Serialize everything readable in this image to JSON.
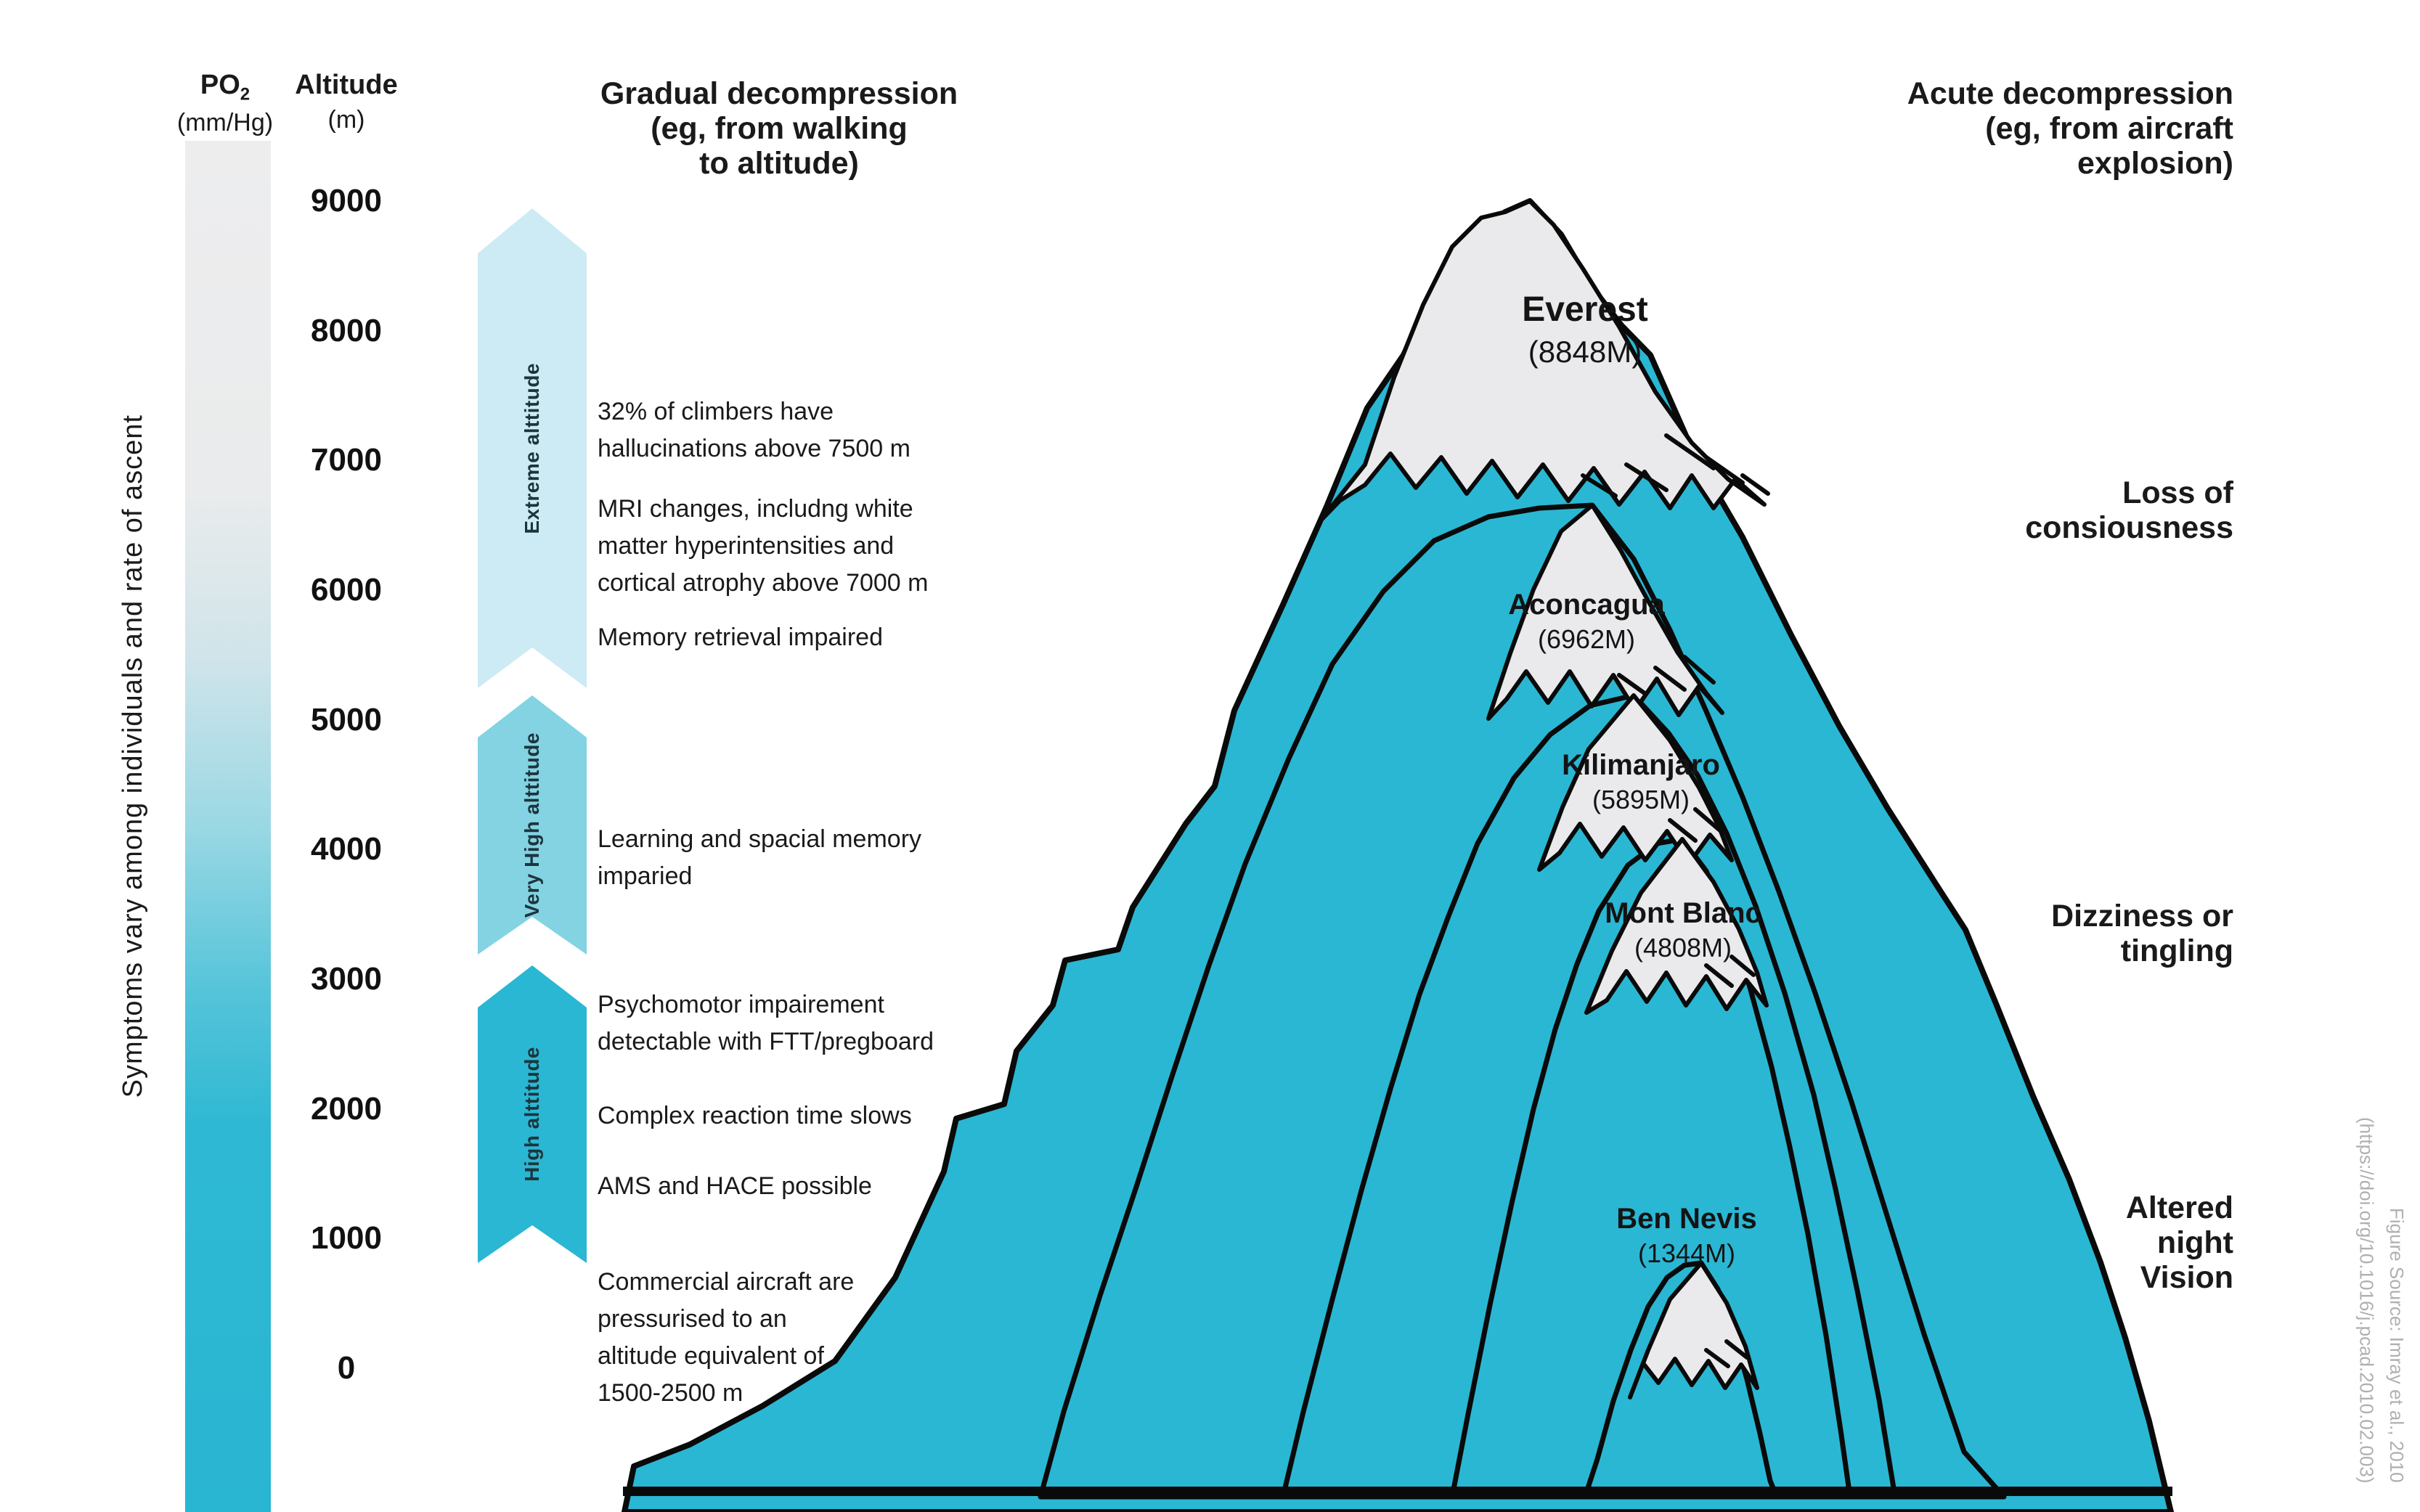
{
  "colors": {
    "teal": "#2ab7d3",
    "zone_pale": "#cdebf4",
    "zone_mid": "#83d3e3",
    "snow": "#eaeaec",
    "ink": "#1a1a1a",
    "source_gray": "#b0b0b0"
  },
  "left_axis": {
    "rotated_note": "Symptoms vary among individuals and rate of ascent",
    "po2_label": "PO",
    "po2_sub": "2",
    "po2_unit": "(mm/Hg)",
    "altitude_label": "Altitude",
    "altitude_unit": "(m)",
    "ticks": [
      "9000",
      "8000",
      "7000",
      "6000",
      "5000",
      "4000",
      "3000",
      "2000",
      "1000",
      "0"
    ]
  },
  "zones": [
    {
      "label": "Extreme alttitude"
    },
    {
      "label": "Very High alttitude"
    },
    {
      "label": "High alttitude"
    }
  ],
  "gradual": {
    "heading": "Gradual decompression\n(eg, from walking\nto altitude)",
    "notes": [
      "32% of climbers have\nhallucinations above 7500 m",
      "MRI changes, includng white\nmatter hyperintensities and\ncortical atrophy above 7000 m",
      "Memory retrieval impaired",
      "Learning and spacial memory\nimparied",
      "Psychomotor impairement\ndetectable with FTT/pregboard",
      "Complex reaction time slows",
      "AMS and HACE possible",
      "Commercial aircraft are\npressurised to an\naltitude equivalent of\n1500-2500 m"
    ]
  },
  "acute": {
    "heading": "Acute decompression\n(eg, from aircraft\nexplosion)",
    "effects": [
      "Loss of\nconsiousness",
      "Dizziness or\ntingling",
      "Altered\nnight\nVision"
    ]
  },
  "mountains": [
    {
      "name": "Everest",
      "elevation": "(8848M)"
    },
    {
      "name": "Aconcagua",
      "elevation": "(6962M)"
    },
    {
      "name": "Kilimanjaro",
      "elevation": "(5895M)"
    },
    {
      "name": "Mont Blanc",
      "elevation": "(4808M)"
    },
    {
      "name": "Ben Nevis",
      "elevation": "(1344M)"
    }
  ],
  "source": {
    "line1": "Figure Source: Imray et al., 2010",
    "line2": "(https://doi.org/10.1016/j.pcad.2010.02.003)"
  }
}
